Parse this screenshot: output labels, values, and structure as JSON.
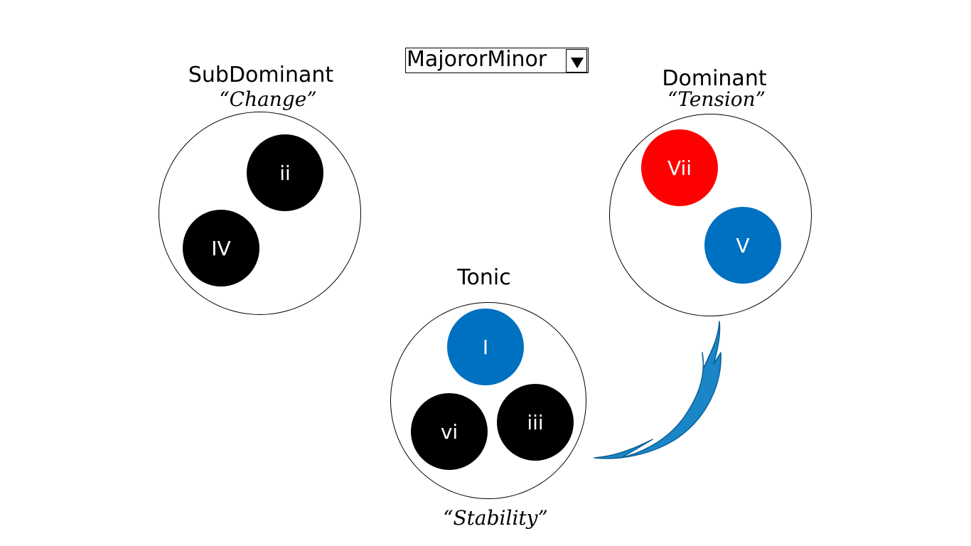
{
  "selector": {
    "label": "MajororMinor",
    "icon": "triangle-down-icon"
  },
  "groups": {
    "subdominant": {
      "title": "SubDominant",
      "subtitle": "“Change”",
      "chords": [
        {
          "label": "ii",
          "color": "#000000"
        },
        {
          "label": "IV",
          "color": "#000000"
        }
      ]
    },
    "dominant": {
      "title": "Dominant",
      "subtitle": "“Tension”",
      "chords": [
        {
          "label": "Vii",
          "color": "#ff0000"
        },
        {
          "label": "V",
          "color": "#0070c0"
        }
      ]
    },
    "tonic": {
      "title": "Tonic",
      "subtitle": "“Stability”",
      "chords": [
        {
          "label": "I",
          "color": "#0070c0"
        },
        {
          "label": "vi",
          "color": "#000000"
        },
        {
          "label": "iii",
          "color": "#000000"
        }
      ]
    }
  },
  "arrow": {
    "color": "#1a86c8",
    "outline": "#0b5e94"
  }
}
